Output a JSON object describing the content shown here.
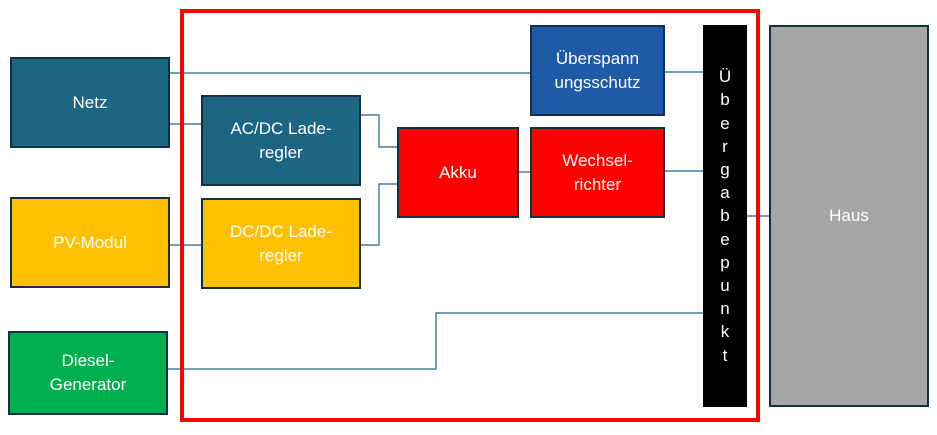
{
  "diagram": {
    "nodes": {
      "netz": "Netz",
      "pv_modul": "PV-Modul",
      "diesel_generator": "Diesel-\nGenerator",
      "ac_dc_laderegler": "AC/DC Lade-\nregler",
      "dc_dc_laderegler": "DC/DC Lade-\nregler",
      "akku": "Akku",
      "ueberspannungsschutz": "Überspann\nungsschutz",
      "wechselrichter": "Wechsel-\nrichter",
      "uebergabepunkt": "Ü\nb\ne\nr\ng\na\nb\ne\np\nu\nn\nk\nt",
      "haus": "Haus"
    },
    "colors": {
      "teal": "#1c6583",
      "blue": "#1f5aa6",
      "yellow": "#ffc000",
      "red": "#ff0000",
      "green": "#00b050",
      "grey": "#a6a6a6",
      "black": "#000000",
      "frame": "#ff0000",
      "wire": "#1c6583"
    }
  }
}
